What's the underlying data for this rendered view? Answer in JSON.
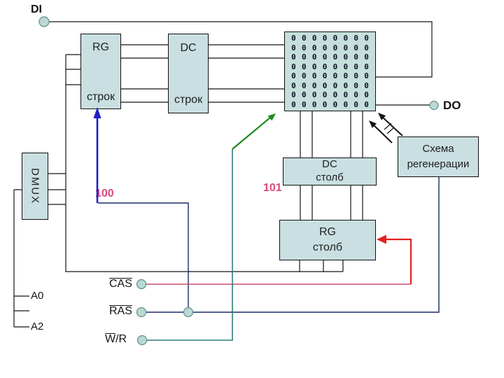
{
  "io": {
    "data_in": "DI",
    "data_out": "DO"
  },
  "blocks": {
    "row_register": {
      "title": "RG",
      "subtitle": "строк"
    },
    "row_decoder": {
      "title": "DC",
      "subtitle": "строк"
    },
    "memory_array": {
      "rows": 8,
      "cols": 8,
      "cell_value": "0"
    },
    "column_decoder": {
      "title": "DC",
      "subtitle": "столб"
    },
    "column_register": {
      "title": "RG",
      "subtitle": "столб"
    },
    "regeneration": {
      "title": "Схема",
      "subtitle": "регенерации"
    },
    "demultiplexer": {
      "label": "DMUX"
    }
  },
  "signals": {
    "cas": {
      "overlined": "CAS",
      "rest": ""
    },
    "ras": {
      "overlined": "RAS",
      "rest": ""
    },
    "write_read": {
      "overlined": "W",
      "rest": "/R"
    }
  },
  "address_inputs": {
    "a0": "A0",
    "a2": "A2"
  },
  "annotations": {
    "row_address": "100",
    "column_address": "101"
  },
  "colors": {
    "wire": "#151515",
    "navy": "#1b2a6b",
    "blue": "#2020c8",
    "crimson": "#c94f6e",
    "red": "#e02222",
    "teal": "#2e7d78",
    "green": "#1e8a1e",
    "pink": "#d9497c",
    "box_fill": "#c9dfe1",
    "array_fill": "#c5e0dc",
    "circle_fill": "#bad9d5",
    "circle_stroke": "#618f89"
  }
}
